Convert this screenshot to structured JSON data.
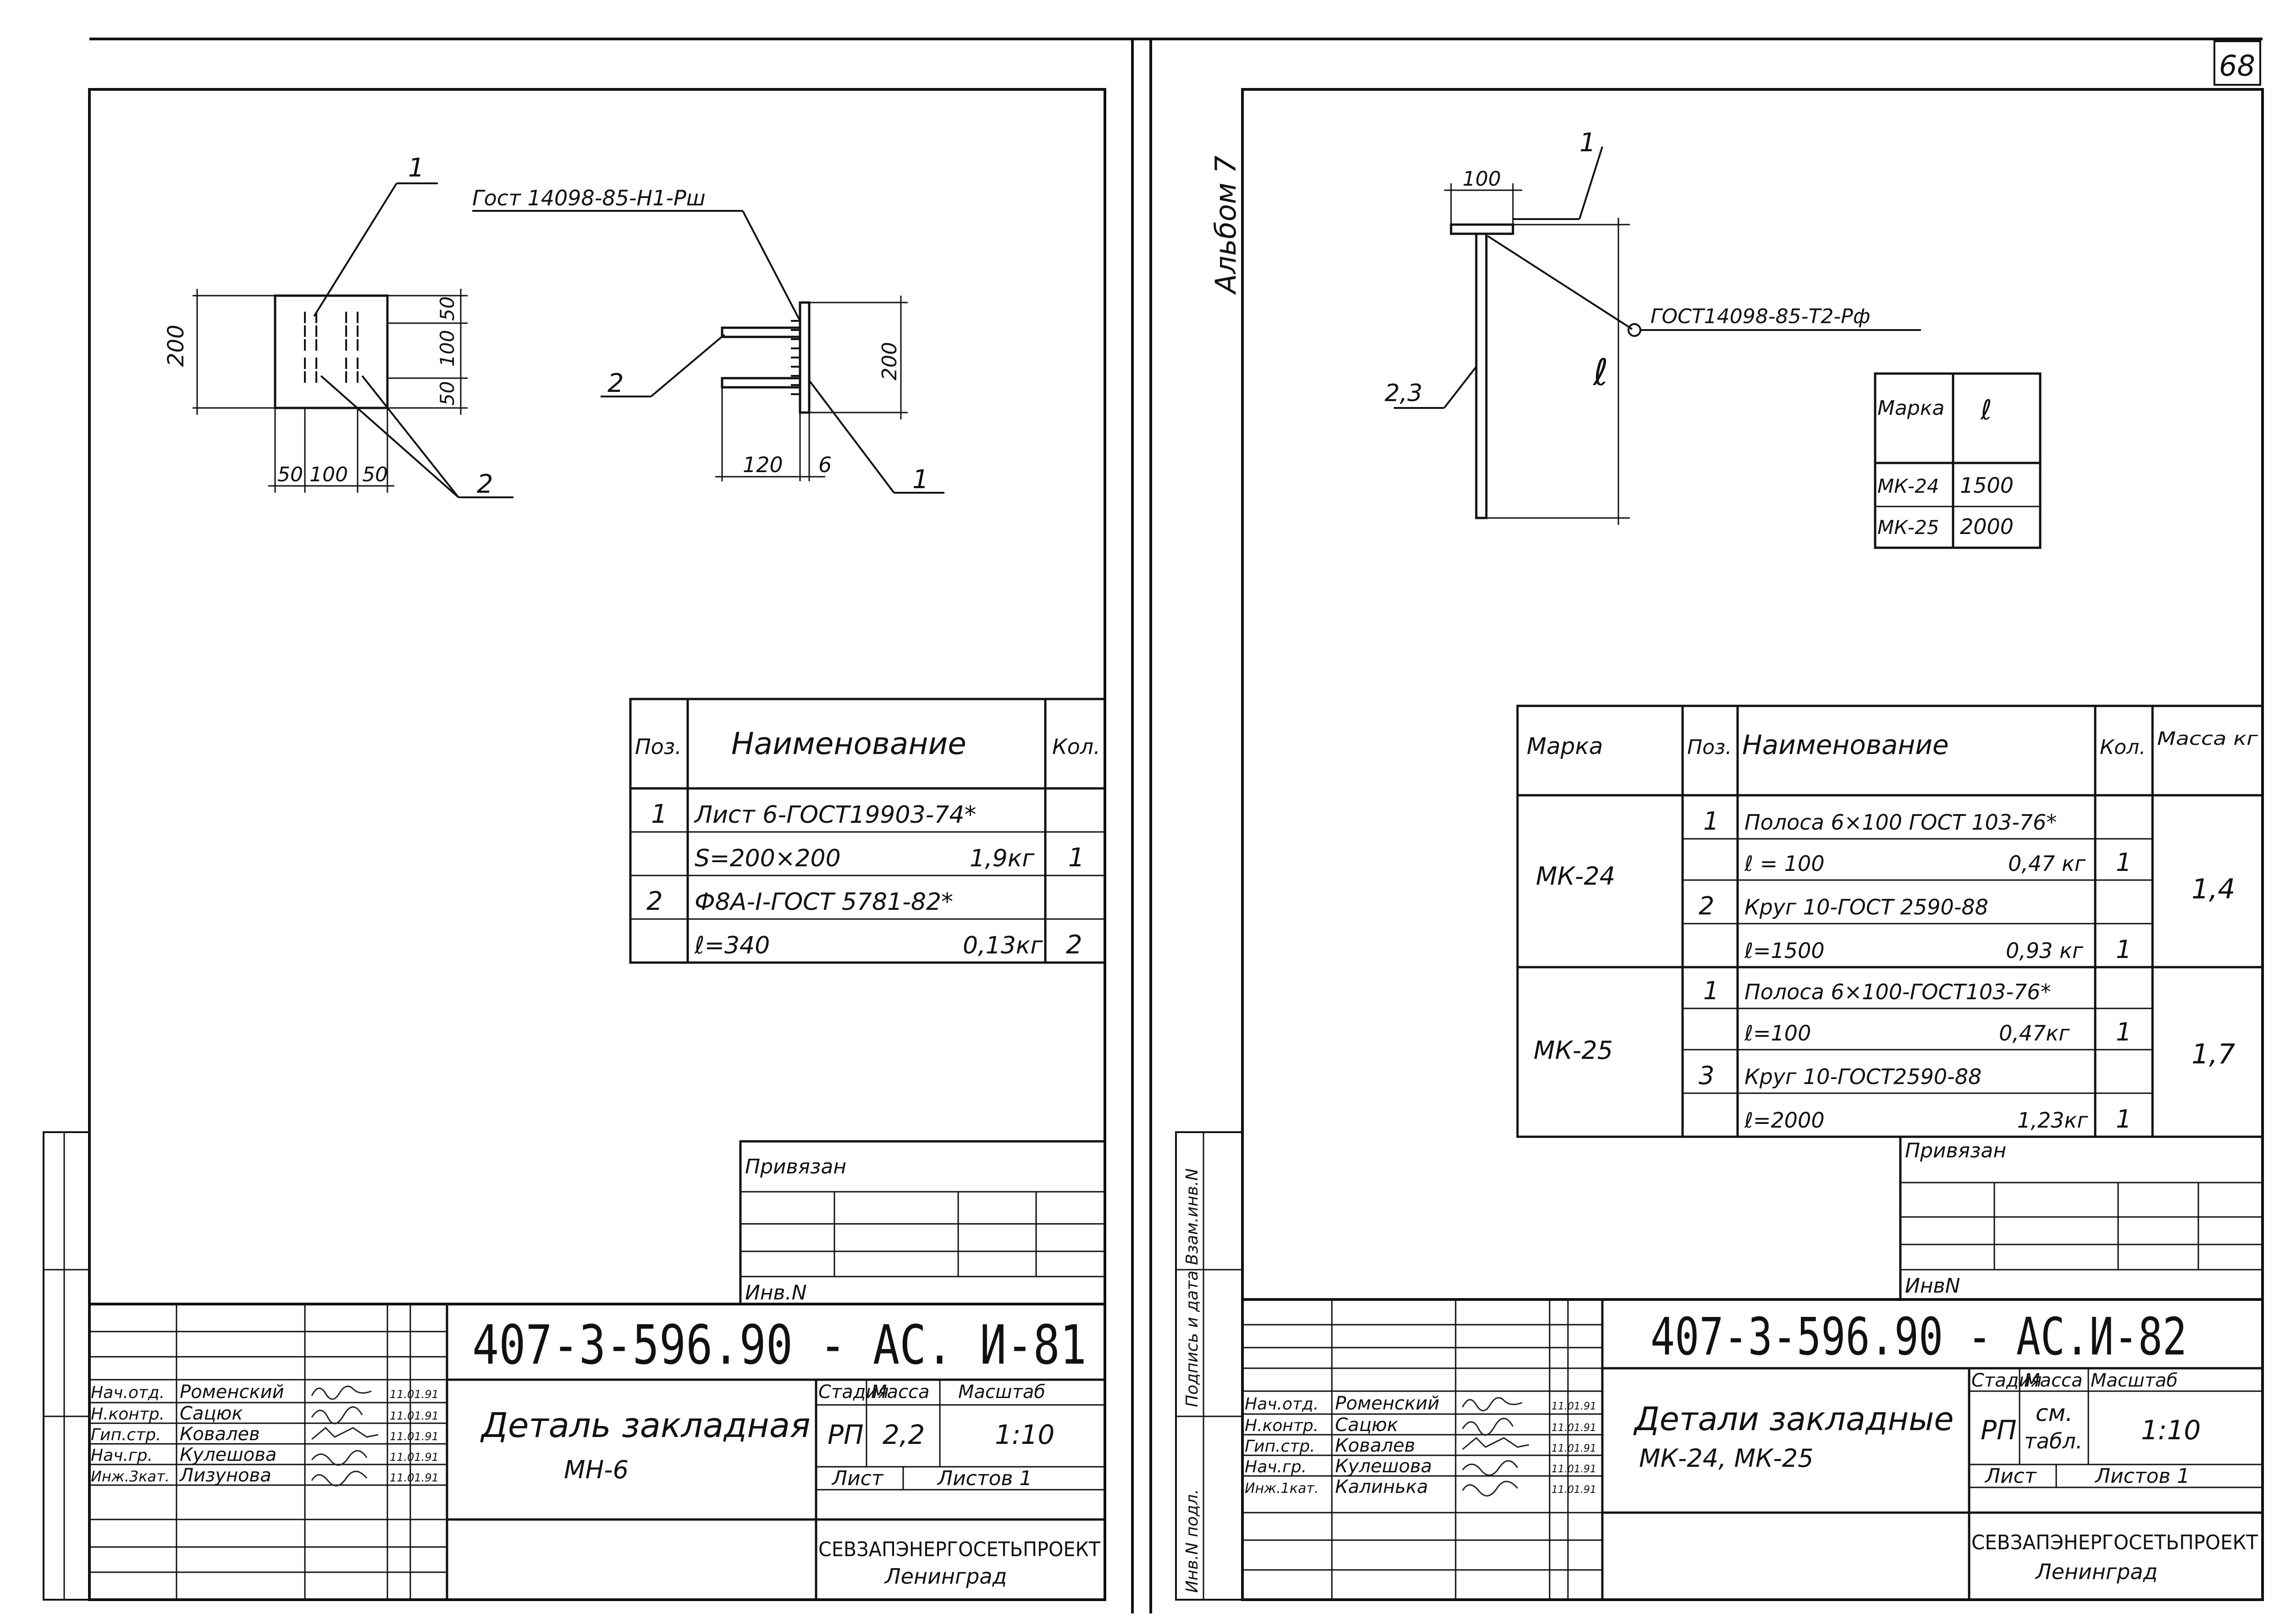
{
  "page_number": "68",
  "album_label": "Альбом 7",
  "sheet1": {
    "drawing": {
      "callout_1": "1",
      "callout_2": "2",
      "weld_note": "Гост 14098-85-Н1-Рш",
      "dims": {
        "h200": "200",
        "d50a": "50",
        "d100a": "100",
        "d50b": "50",
        "d50c": "50",
        "d100b": "100",
        "d50d": "50",
        "side200": "200",
        "d120": "120",
        "d6": "6"
      }
    },
    "spec_table": {
      "headers": [
        "Поз.",
        "Наименование",
        "Кол."
      ],
      "rows": [
        {
          "pos": "1",
          "name": "Лист 6-ГОСТ19903-74*",
          "mass": "",
          "qty": ""
        },
        {
          "pos": "",
          "name": "S=200×200",
          "mass": "1,9кг",
          "qty": "1"
        },
        {
          "pos": "2",
          "name": "Ф8А-I-ГОСТ 5781-82*",
          "mass": "",
          "qty": ""
        },
        {
          "pos": "",
          "name": "ℓ=340",
          "mass": "0,13кг",
          "qty": "2"
        }
      ]
    },
    "privyazan": "Привязан",
    "inv": "Инв.N",
    "code": "407-3-596.90 - АС. И-81",
    "title": "Деталь закладная",
    "subtitle": "МН-6",
    "stadiya_label": "Стадия",
    "massa_label": "Масса",
    "masshtab_label": "Масштаб",
    "stadiya": "РП",
    "massa": "2,2",
    "masshtab": "1:10",
    "list_label": "Лист",
    "listov_label": "Листов 1",
    "org": "СЕВЗАПЭНЕРГОСЕТЬПРОЕКТ",
    "city": "Ленинград",
    "signers": [
      {
        "role": "Нач.отд.",
        "name": "Роменский",
        "date": "11.01.91"
      },
      {
        "role": "Н.контр.",
        "name": "Сацюк",
        "date": "11.01.91"
      },
      {
        "role": "Гип.стр.",
        "name": "Ковалев",
        "date": "11.01.91"
      },
      {
        "role": "Нач.гр.",
        "name": "Кулешова",
        "date": "11.01.91"
      },
      {
        "role": "Инж.3кат.",
        "name": "Лизунова",
        "date": "11.01.91"
      }
    ]
  },
  "sheet2": {
    "drawing": {
      "callout_1": "1",
      "callout_23": "2,3",
      "dim_100": "100",
      "dim_l": "ℓ",
      "weld_note": "ГОСТ14098-85-Т2-Рф"
    },
    "l_table": {
      "headers": [
        "Марка",
        "ℓ"
      ],
      "rows": [
        [
          "МК-24",
          "1500"
        ],
        [
          "МК-25",
          "2000"
        ]
      ]
    },
    "spec_table": {
      "headers": [
        "Марка",
        "Поз.",
        "Наименование",
        "Кол.",
        "Масса кг"
      ],
      "groups": [
        {
          "mark": "МК-24",
          "total": "1,4",
          "rows": [
            {
              "pos": "1",
              "name": "Полоса 6×100 ГОСТ 103-76*",
              "mass": "",
              "qty": ""
            },
            {
              "pos": "",
              "name": "ℓ = 100",
              "mass": "0,47 кг",
              "qty": "1"
            },
            {
              "pos": "2",
              "name": "Круг 10-ГОСТ 2590-88",
              "mass": "",
              "qty": ""
            },
            {
              "pos": "",
              "name": "ℓ=1500",
              "mass": "0,93 кг",
              "qty": "1"
            }
          ]
        },
        {
          "mark": "МК-25",
          "total": "1,7",
          "rows": [
            {
              "pos": "1",
              "name": "Полоса 6×100-ГОСТ103-76*",
              "mass": "",
              "qty": ""
            },
            {
              "pos": "",
              "name": "ℓ=100",
              "mass": "0,47кг",
              "qty": "1"
            },
            {
              "pos": "3",
              "name": "Круг 10-ГОСТ2590-88",
              "mass": "",
              "qty": ""
            },
            {
              "pos": "",
              "name": "ℓ=2000",
              "mass": "1,23кг",
              "qty": "1"
            }
          ]
        }
      ]
    },
    "privyazan": "Привязан",
    "inv": "ИнвN",
    "code": "407-3-596.90 - АС.И-82",
    "title": "Детали закладные",
    "subtitle": "МК-24, МК-25",
    "stadiya_label": "Стадия",
    "massa_label": "Масса",
    "masshtab_label": "Масштаб",
    "stadiya": "РП",
    "massa": "см.",
    "massa2": "табл.",
    "masshtab": "1:10",
    "list_label": "Лист",
    "listov_label": "Листов 1",
    "org": "СЕВЗАПЭНЕРГОСЕТЬПРОЕКТ",
    "city": "Ленинград",
    "signers": [
      {
        "role": "Нач.отд.",
        "name": "Роменский",
        "date": "11.01.91"
      },
      {
        "role": "Н.контр.",
        "name": "Сацюк",
        "date": "11.01.91"
      },
      {
        "role": "Гип.стр.",
        "name": "Ковалев",
        "date": "11.01.91"
      },
      {
        "role": "Нач.гр.",
        "name": "Кулешова",
        "date": "11.01.91"
      },
      {
        "role": "Инж.1кат.",
        "name": "Калинька",
        "date": "11.01.91"
      }
    ],
    "side_stamps": [
      "Взам.инв.N",
      "Подпись и дата",
      "Инв.N подл."
    ]
  }
}
